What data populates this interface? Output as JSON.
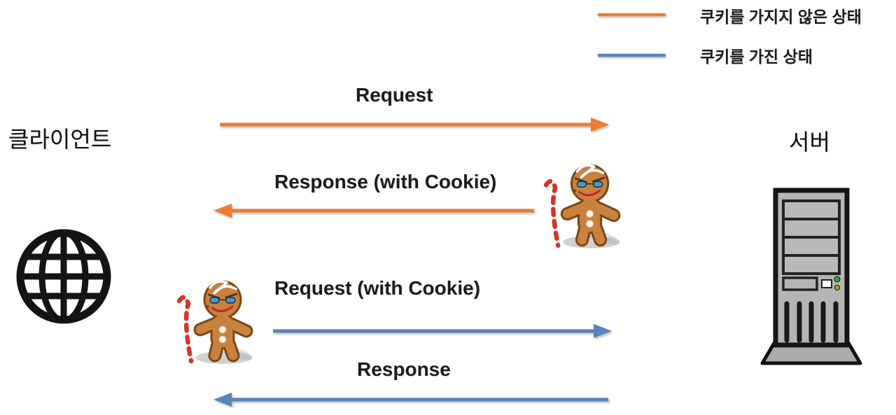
{
  "page": {
    "background": "#ffffff"
  },
  "colors": {
    "no_cookie": "#ED7D31",
    "with_cookie": "#5B84B8",
    "text": "#1c1c1c"
  },
  "legend": {
    "items": [
      {
        "label": "쿠키를 가지지 않은 상태",
        "swatch": "orange-line",
        "state": "no-cookie"
      },
      {
        "label": "쿠키를 가진 상태",
        "swatch": "blue-line",
        "state": "with-cookie"
      }
    ]
  },
  "actors": {
    "client": {
      "label": "클라이언트",
      "icon": "globe-icon"
    },
    "server": {
      "label": "서버",
      "icon": "server-tower-icon"
    }
  },
  "messages": [
    {
      "label": "Request",
      "direction": "right",
      "state": "no-cookie",
      "icon": null
    },
    {
      "label": "Response (with Cookie)",
      "direction": "left",
      "state": "no-cookie",
      "icon": "gingerbread-cookie-icon"
    },
    {
      "label": "Request (with Cookie)",
      "direction": "right",
      "state": "with-cookie",
      "icon": "gingerbread-cookie-icon"
    },
    {
      "label": "Response",
      "direction": "left",
      "state": "with-cookie",
      "icon": null
    }
  ]
}
